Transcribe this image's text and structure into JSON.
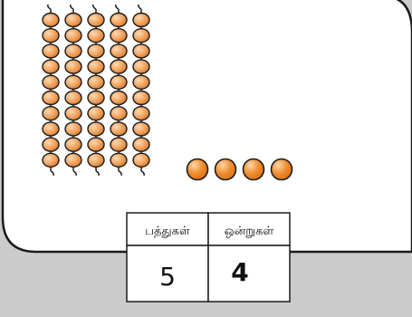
{
  "place_value": {
    "tens_count": 5,
    "beads_per_rod": 10,
    "ones_count": 4
  },
  "table": {
    "headers": [
      "பத்துகள்",
      "ஒன்றுகள்"
    ],
    "values": [
      "5",
      "4"
    ]
  },
  "colors": {
    "bead_fill": "#f0a35f",
    "bead_shade": "#d97a2e",
    "ones_fill": "#ef8d2e",
    "card_fill": "#ffffff",
    "background": "#cbcbcb",
    "stroke": "#1b1b1b"
  }
}
